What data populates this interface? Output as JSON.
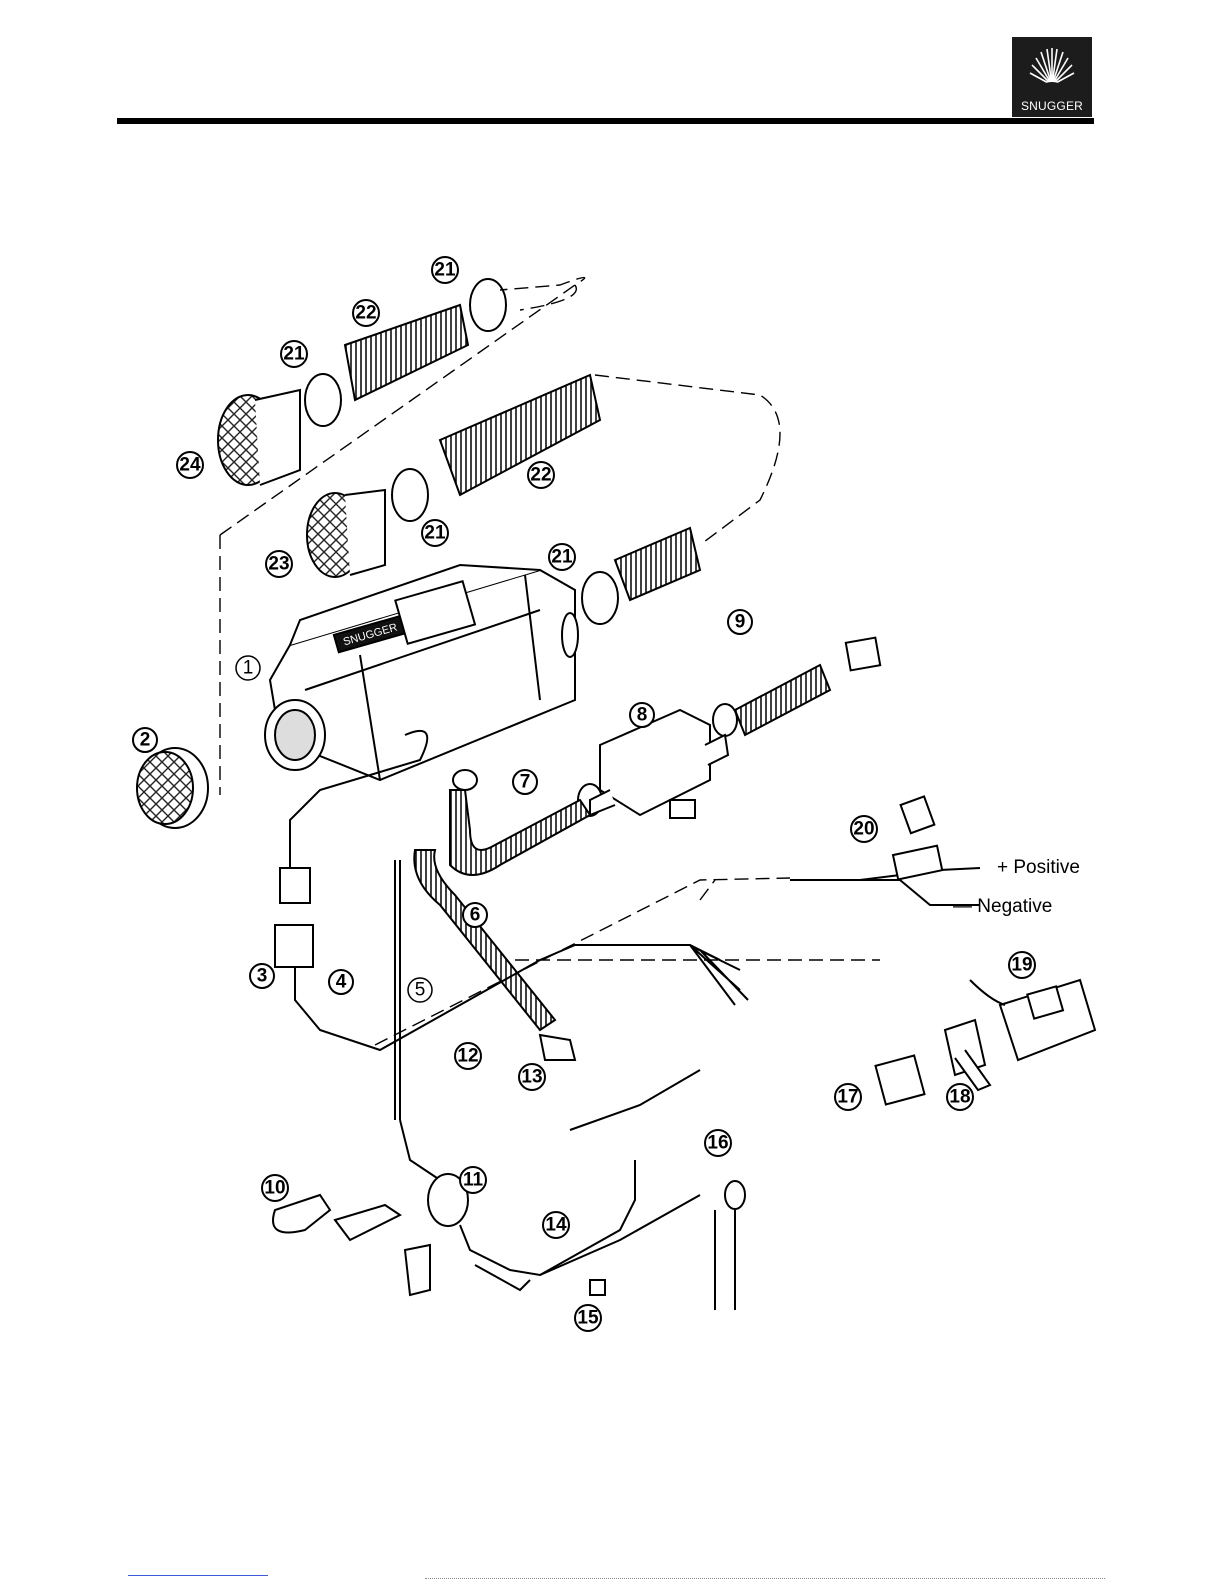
{
  "brand": {
    "logo_text": "SNUGGER",
    "logo_bg": "#1c1c1c"
  },
  "diagram": {
    "callouts": [
      "1",
      "2",
      "3",
      "4",
      "5",
      "6",
      "7",
      "8",
      "9",
      "10",
      "11",
      "12",
      "13",
      "14",
      "15",
      "16",
      "17",
      "18",
      "19",
      "20",
      "21",
      "22",
      "23",
      "24"
    ],
    "wire_labels": {
      "positive": "+ Positive",
      "negative": "— Negative"
    },
    "unit_badge_text": "SNUGGER"
  }
}
